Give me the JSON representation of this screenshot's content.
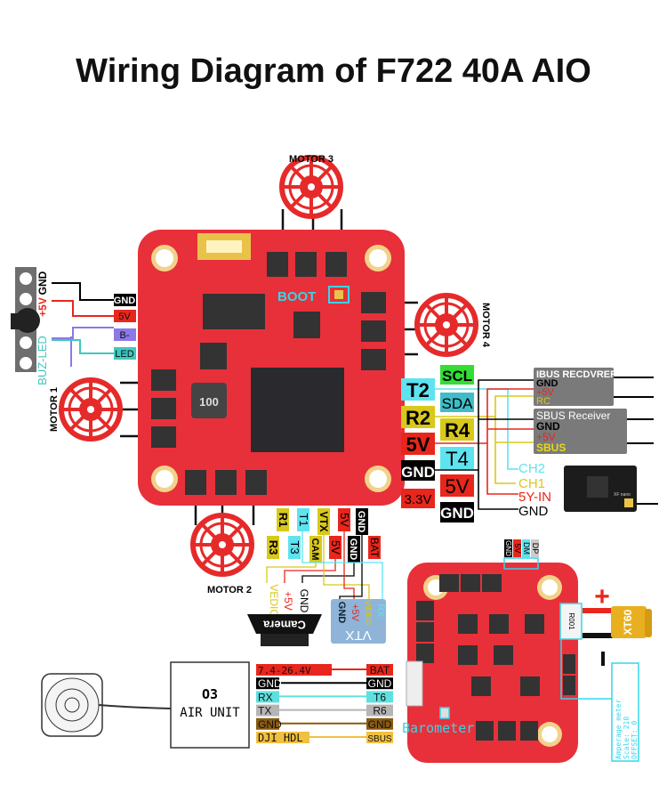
{
  "title": "Wiring Diagram of F722 40A AIO",
  "motors": {
    "m1": "MOTOR 1",
    "m2": "MOTOR 2",
    "m3": "MOTOR 3",
    "m4": "MOTOR 4"
  },
  "boot": "BOOT",
  "chip_mark": "100",
  "buzzer": {
    "pins": [
      "GND",
      "+5V",
      "BUZ-",
      "LED"
    ],
    "label_gnd": "GND",
    "label_5v": "+5V",
    "label_buz_led": "BUZ-LED",
    "pads": [
      "GND",
      "5V",
      "B-",
      "LED"
    ]
  },
  "uart_pads": {
    "left_col": [
      "T2",
      "R2",
      "5V",
      "GND",
      "3.3V"
    ],
    "right_col": [
      "SCL",
      "SDA",
      "R4",
      "T4",
      "5V",
      "GND"
    ]
  },
  "receivers": {
    "ibus": {
      "title": "IBUS RECDVRER",
      "pins": [
        "GND",
        "+5V",
        "RC"
      ]
    },
    "sbus": {
      "title": "SBUS Receiver",
      "pins": [
        "GND",
        "+5V",
        "SBUS"
      ]
    },
    "elrs": {
      "pins": [
        "CH2",
        "CH1",
        "5Y-IN",
        "GND"
      ],
      "module_mark": "XF nano"
    }
  },
  "bottom_pads": {
    "row1": [
      "R1",
      "T1",
      "VTX",
      "5V",
      "GND"
    ],
    "row2": [
      "R3",
      "T3",
      "CAM",
      "5V",
      "GND",
      "BAT"
    ]
  },
  "camera": {
    "label": "Camera",
    "pins": [
      "VEDIO",
      "+5V",
      "GND"
    ]
  },
  "vtx": {
    "label": "VTX",
    "pins": [
      "GND",
      "+5V",
      "VIDEO",
      "RX"
    ]
  },
  "air_unit": {
    "label_line1": "O3",
    "label_line2": "AIR UNIT",
    "rows": [
      {
        "left": "7.4-26.4V",
        "right": "BAT",
        "color": "#e8261c"
      },
      {
        "left": "GND",
        "right": "GND",
        "color": "#000000"
      },
      {
        "left": "RX",
        "right": "T6",
        "color": "#5ee0e0"
      },
      {
        "left": "TX",
        "right": "R6",
        "color": "#b5b5b5"
      },
      {
        "left": "GND",
        "right": "GND",
        "color": "#8a5a10"
      },
      {
        "left": "DJI HDL",
        "right": "SBUS",
        "color": "#f2c040"
      }
    ]
  },
  "esc_board": {
    "usb_pads": [
      "GND",
      "5V",
      "DM",
      "DP"
    ],
    "shunt": "R001",
    "barometer": "Barometer",
    "connector": "XT60",
    "plus": "+",
    "minus": "-",
    "amperage": [
      "Amperage meter",
      "Scale: 210",
      "OFFSET: 0"
    ]
  },
  "colors": {
    "board": "#e8303a",
    "red": "#e8261c",
    "cyan": "#5ee3f0",
    "yellow": "#d8c81a",
    "green": "#33dd33",
    "teal": "#3fbcc8",
    "purple": "#8c78e8",
    "gray_box": "#7a7a7a",
    "vtx_blue": "#8fb4d8"
  }
}
